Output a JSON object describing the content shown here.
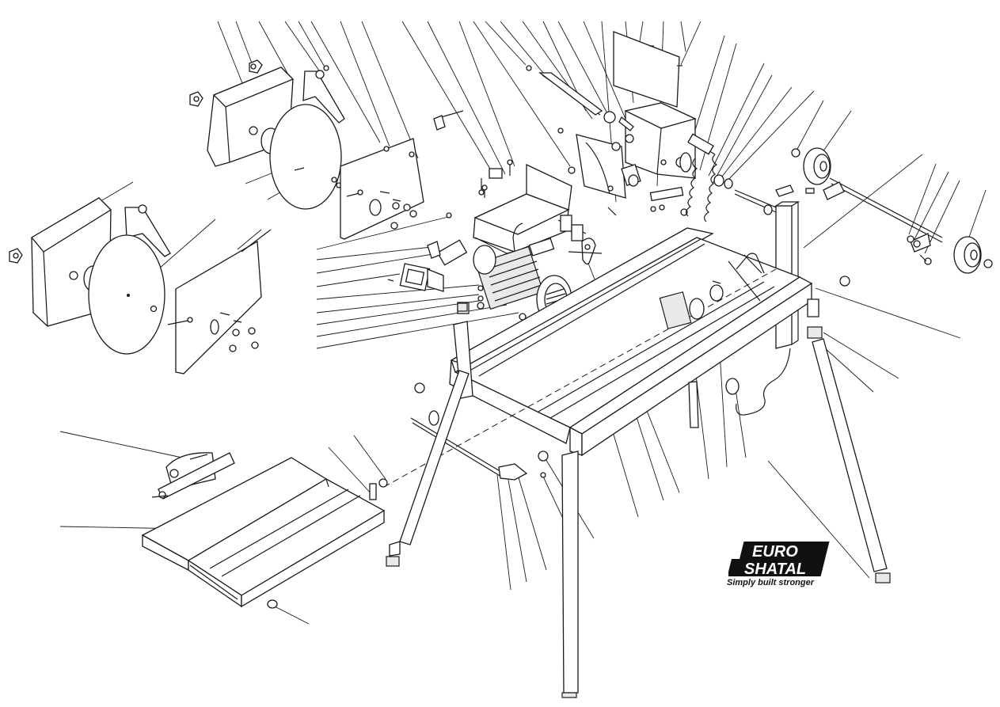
{
  "brand": {
    "logo_line1": "EURO",
    "logo_line2": "SHATAL",
    "tagline": "Simply built stronger"
  },
  "colors": {
    "ink": "#1a1a1a",
    "paper": "#ffffff",
    "shade": "#e9e9e9"
  }
}
